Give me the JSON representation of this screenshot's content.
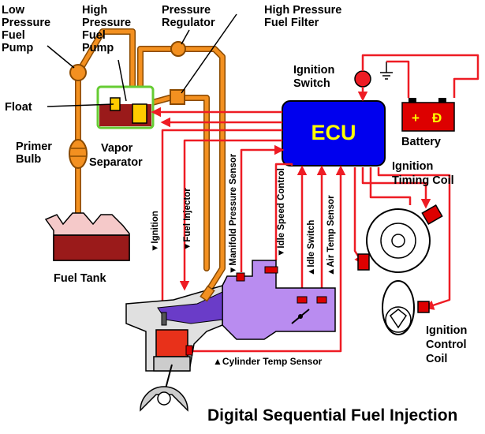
{
  "title": "Digital Sequential Fuel Injection",
  "labels": {
    "low_pressure_pump": [
      "Low",
      "Pressure",
      "Fuel",
      "Pump"
    ],
    "high_pressure_pump": [
      "High",
      "Pressure",
      "Fuel",
      "Pump"
    ],
    "pressure_regulator": [
      "Pressure",
      "Regulator"
    ],
    "high_pressure_filter": [
      "High Pressure",
      "Fuel Filter"
    ],
    "ignition_switch": [
      "Ignition",
      "Switch"
    ],
    "float": "Float",
    "primer_bulb": [
      "Primer",
      "Bulb"
    ],
    "vapor_separator": [
      "Vapor",
      "Separator"
    ],
    "ecu": "ECU",
    "battery": "Battery",
    "battery_plus": "+",
    "battery_minus": "Ð",
    "ignition_timing_coil": [
      "Ignition",
      "Timing Coil"
    ],
    "fuel_tank": "Fuel Tank",
    "ignition_control_coil": [
      "Ignition",
      "Control",
      "Coil"
    ],
    "cylinder_temp_sensor": "▲Cylinder Temp Sensor"
  },
  "signals": {
    "ignition": "▼Ignition",
    "fuel_injector": "▼Fuel Injector",
    "manifold_pressure_sensor": "▼Manifold Pressure Sensor",
    "idle_speed_control": "▼Idle Speed Control",
    "idle_switch": "▲Idle Switch",
    "air_temp_sensor": "▲Air Temp Sensor"
  },
  "colors": {
    "fuel_line": "#f39020",
    "fuel_line_outline": "#8a4a00",
    "signal_wire": "#ee1c24",
    "ecu": "#0000ee",
    "manifold": "#b98cf0",
    "fuel": "#9a1a1a",
    "separator_border": "#66cc33",
    "battery": "#dd0000",
    "cylinder": "#e8311a"
  }
}
